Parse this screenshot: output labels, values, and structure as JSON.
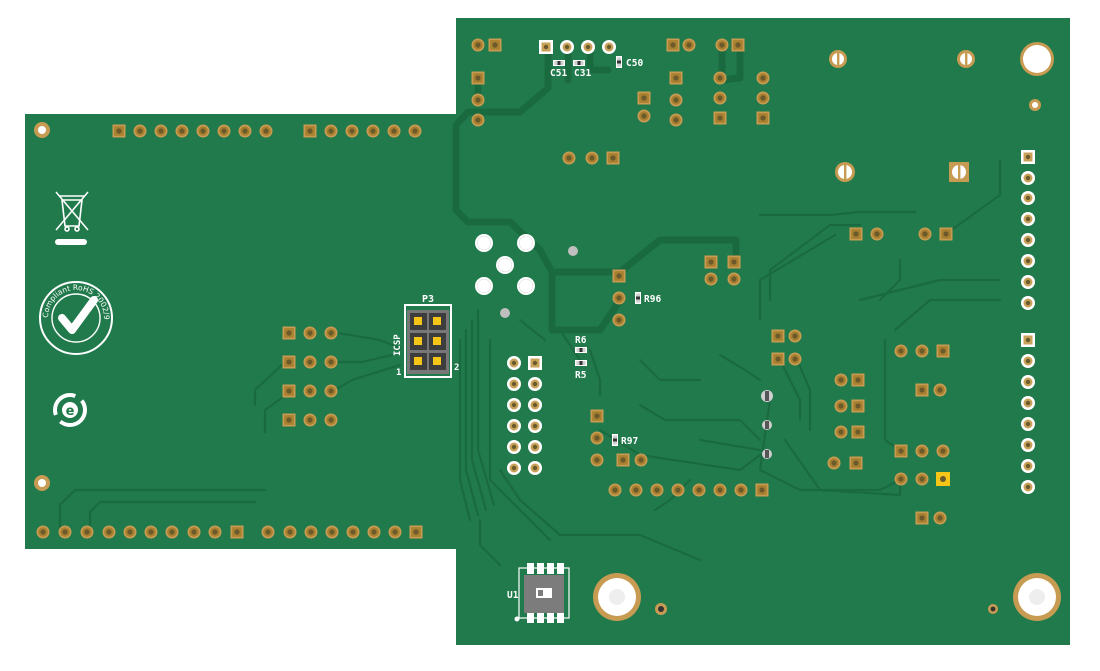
{
  "board": {
    "colors": {
      "pcb": "#217a4c",
      "pcb_dark": "#1b6e43",
      "trace": "#1a6a40",
      "pad_gold": "#b58b3c",
      "pad_ring": "#c79b52",
      "silk": "#ffffff",
      "chip": "#7c7c7c"
    },
    "labels": {
      "p3": "P3",
      "icsp": "ICSP",
      "pin1": "1",
      "pin2": "2",
      "c51": "C51",
      "c31": "C31",
      "c50": "C50",
      "r96": "R96",
      "r6": "R6",
      "r5": "R5",
      "r97": "R97",
      "u1": "U1"
    },
    "logos": [
      "weee-bin-icon",
      "rohs-compliant-icon",
      "e-recycle-icon"
    ],
    "rohs_text": "Compliant RoHS 2002/95/EC"
  }
}
